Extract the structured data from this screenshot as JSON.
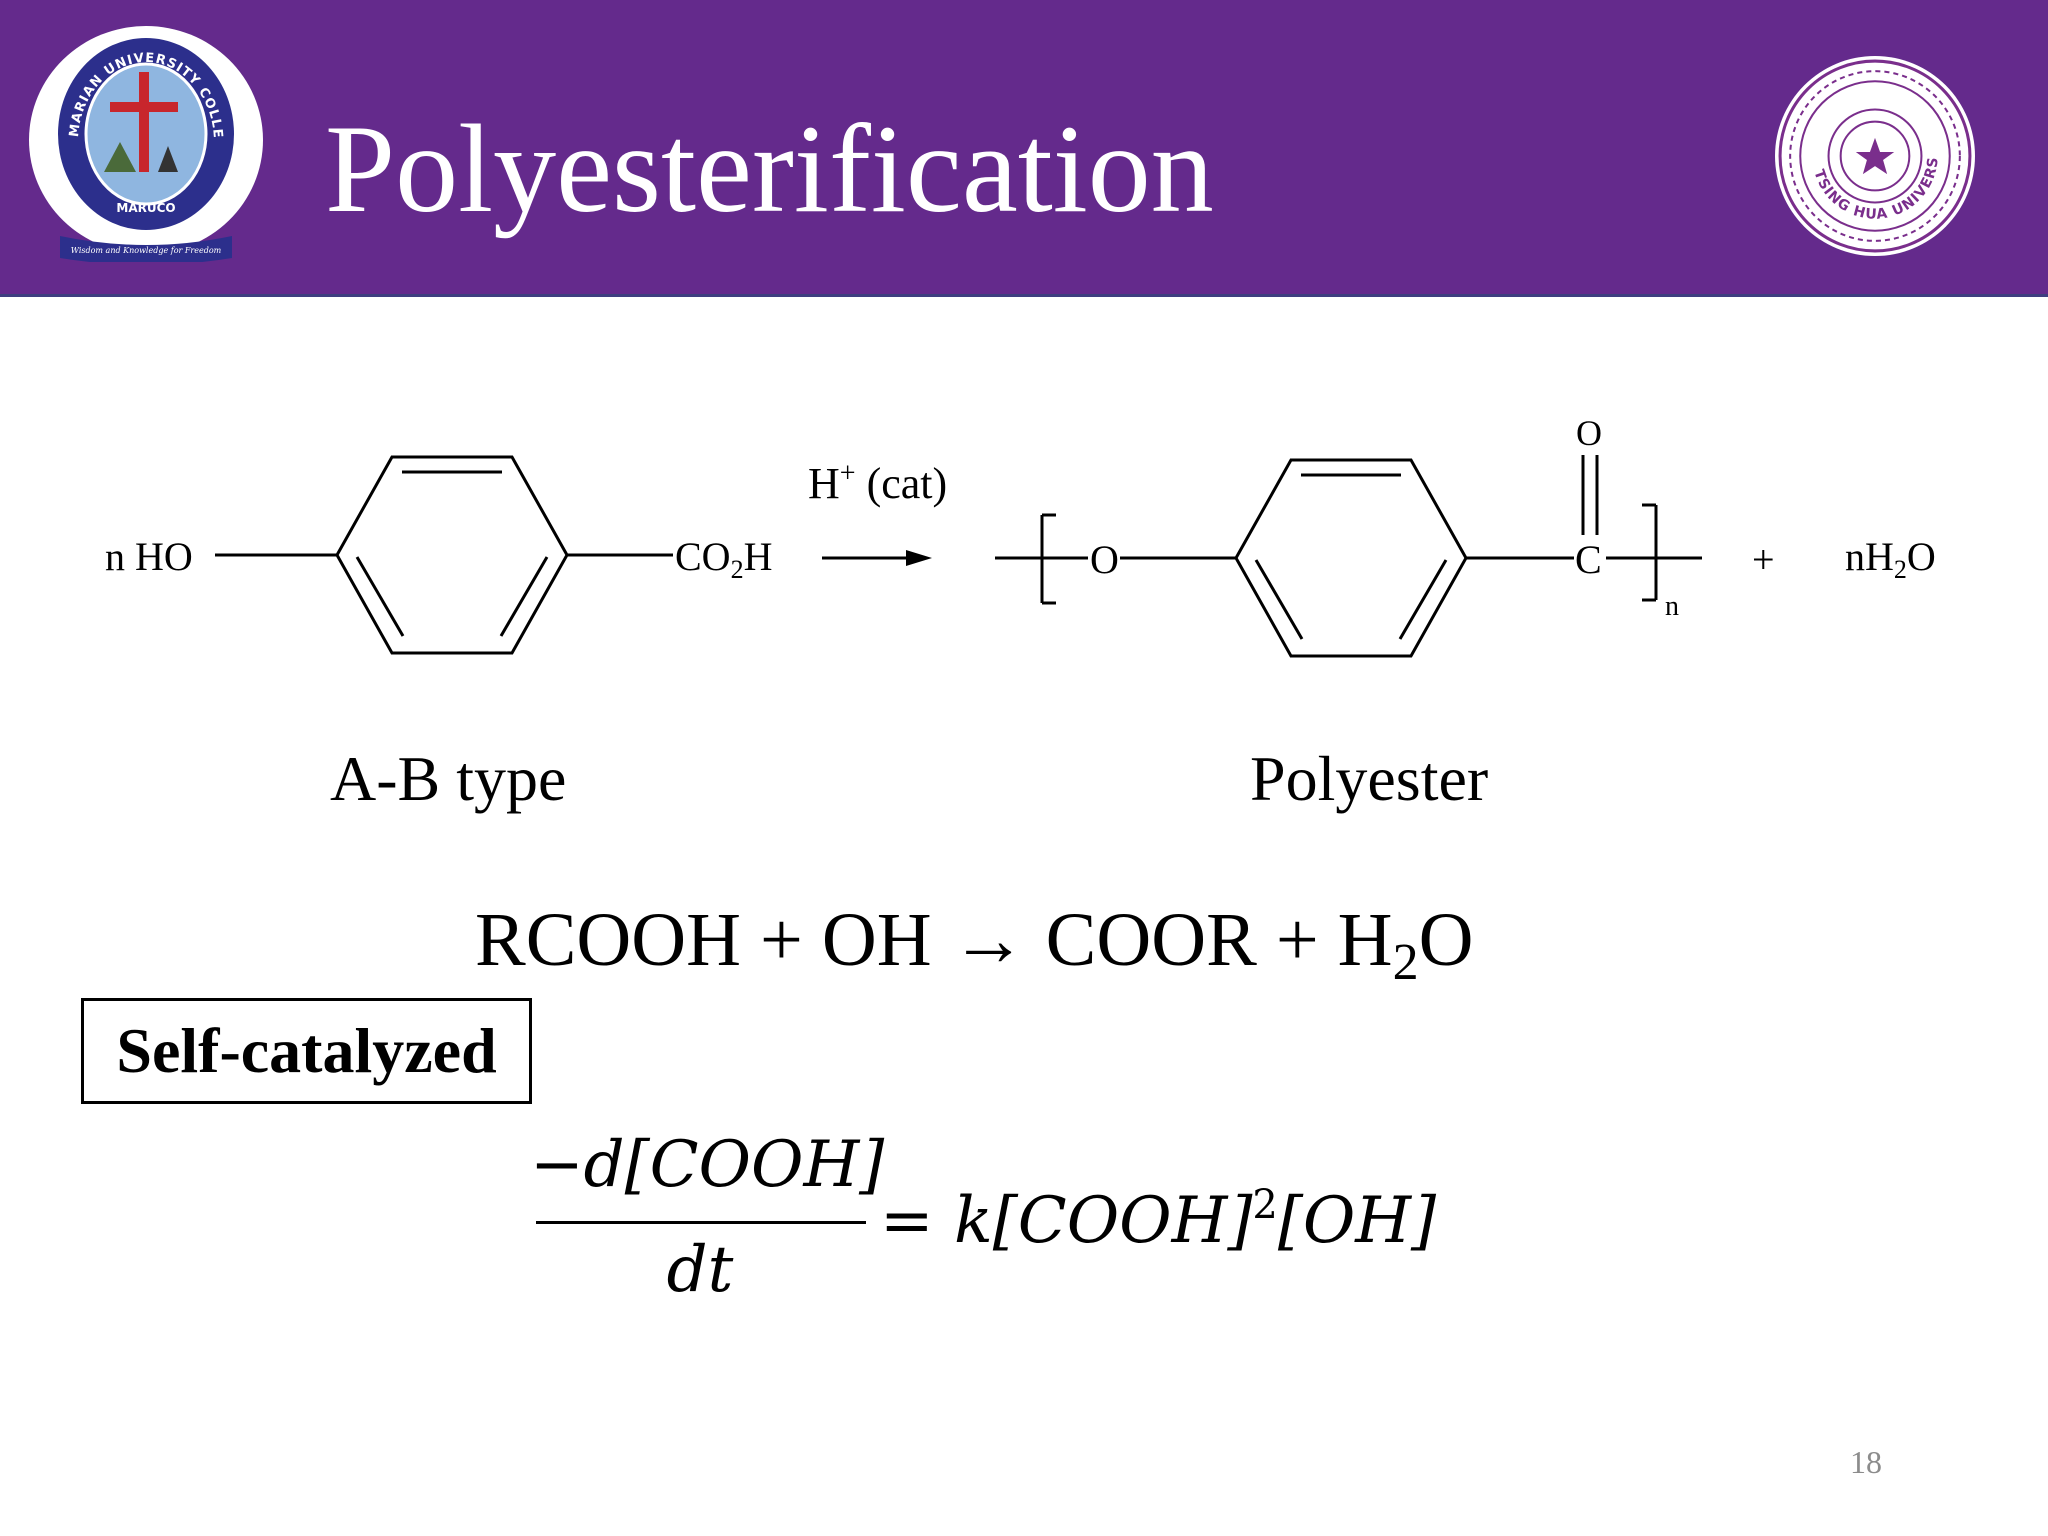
{
  "slide": {
    "title": "Polyesterification",
    "page_number": "18"
  },
  "logos": {
    "left": {
      "ring_text": "MARIAN UNIVERSITY COLLEGE",
      "abbrev": "MARUCO",
      "motto": "Wisdom and Knowledge for Freedom",
      "colors": {
        "ring": "#2c2f8c",
        "center": "#8fb6e0",
        "cross": "#c8262c"
      }
    },
    "right": {
      "ring_text": "TSING HUA UNIVERSITY",
      "color": "#7a2e8c"
    }
  },
  "reaction": {
    "reactant_prefix": "n HO",
    "reactant_suffix": "CO",
    "reactant_suffix_sub": "2",
    "reactant_suffix_end": "H",
    "catalyst": "H",
    "catalyst_sup": "+",
    "catalyst_paren": " (cat)",
    "product_o": "O",
    "carbonyl_o": "O",
    "carbonyl_c": "C",
    "repeat_n": "n",
    "plus": "+",
    "byproduct": "nH",
    "byproduct_sub": "2",
    "byproduct_end": "O"
  },
  "labels": {
    "reactant_type": "A-B type",
    "product_type": "Polyester"
  },
  "equation": {
    "left": "RCOOH + OH → COOR + H",
    "sub": "2",
    "right": "O"
  },
  "badge": "Self-catalyzed",
  "rate_law": {
    "numerator": "−d[COOH]",
    "denominator": "dt",
    "rhs_prefix": "= k[COOH]",
    "rhs_exponent": "2",
    "rhs_suffix": "[OH]"
  }
}
